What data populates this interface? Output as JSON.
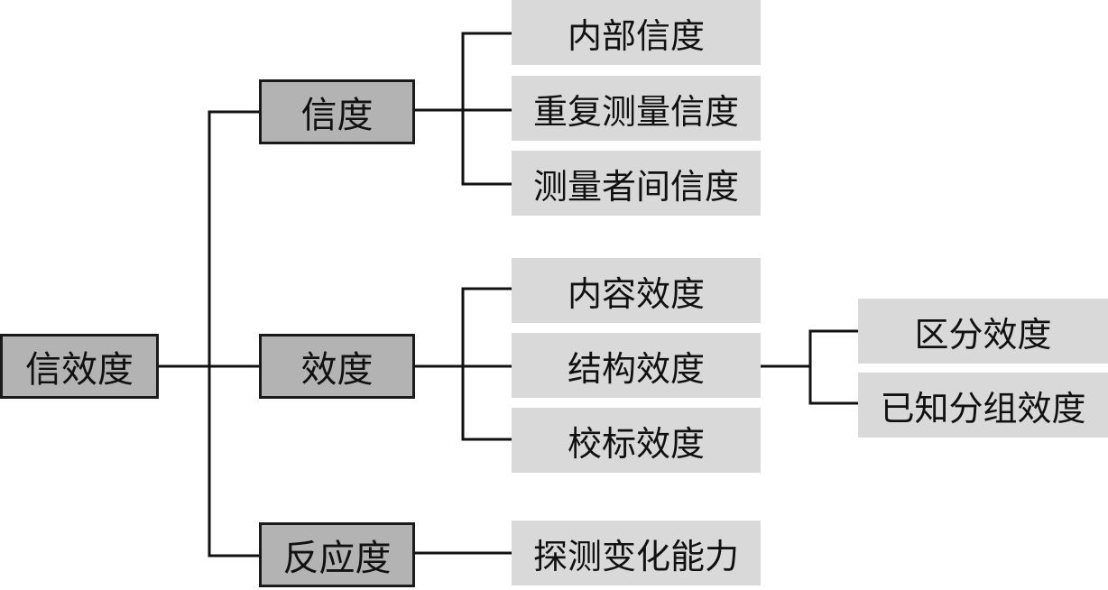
{
  "diagram": {
    "root": "信效度",
    "branches": {
      "reliability": "信度",
      "validity": "效度",
      "responsiveness": "反应度"
    },
    "reliability_items": [
      "内部信度",
      "重复测量信度",
      "测量者间信度"
    ],
    "validity_items": [
      "内容效度",
      "结构效度",
      "校标效度"
    ],
    "structural_validity_items": [
      "区分效度",
      "已知分组效度"
    ],
    "responsiveness_items": [
      "探测变化能力"
    ]
  },
  "colors": {
    "main_box_fill": "#b3b3b3",
    "main_box_border": "#1a1a1a",
    "leaf_box_fill": "#d9d9d9",
    "line": "#111111"
  }
}
